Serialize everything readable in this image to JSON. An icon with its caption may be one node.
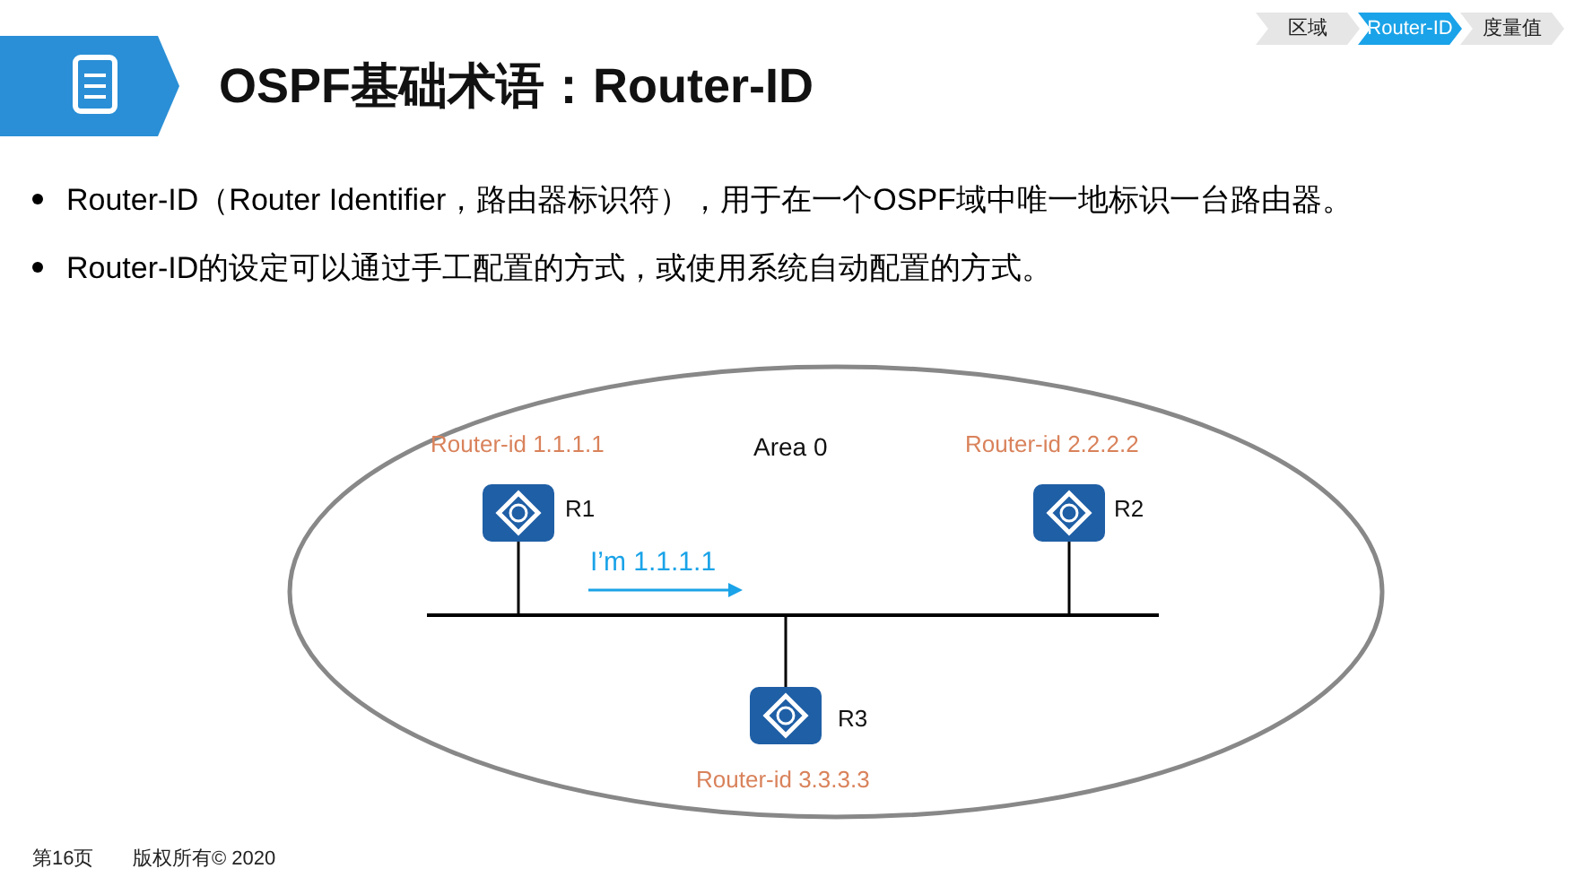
{
  "diagram": {
    "title": "OSPF基础术语：Router-ID",
    "nodes": [
      {
        "text": [
          "Area 0"
        ]
      },
      {
        "text": [
          "R1"
        ],
        "beside": [
          "Router-id 1.1.1.1"
        ],
        "in": 0
      },
      {
        "text": [
          "R2"
        ],
        "beside": [
          "Router-id 2.2.2.2"
        ],
        "in": 0
      },
      {
        "text": [
          "R3"
        ],
        "beside": [
          "Router-id 3.3.3.3"
        ],
        "in": 0
      },
      {
        "text": [],
        "shape": "bar",
        "in": 0
      }
    ],
    "edges": [
      {
        "from": 1,
        "to": 4,
        "arrow": "none"
      },
      {
        "from": 2,
        "to": 4,
        "arrow": "none"
      },
      {
        "from": 3,
        "to": 4,
        "arrow": "none"
      }
    ],
    "labels": [
      "区域",
      "Router-ID",
      "度量值",
      "Router-ID（Router Identifier，路由器标识符），用于在一个OSPF域中唯一地标识一台路由器。",
      "Router-ID的设定可以通过手工配置的方式，或使用系统自动配置的方式。",
      "I’m 1.1.1.1",
      "第16页",
      "版权所有© 2020"
    ]
  }
}
